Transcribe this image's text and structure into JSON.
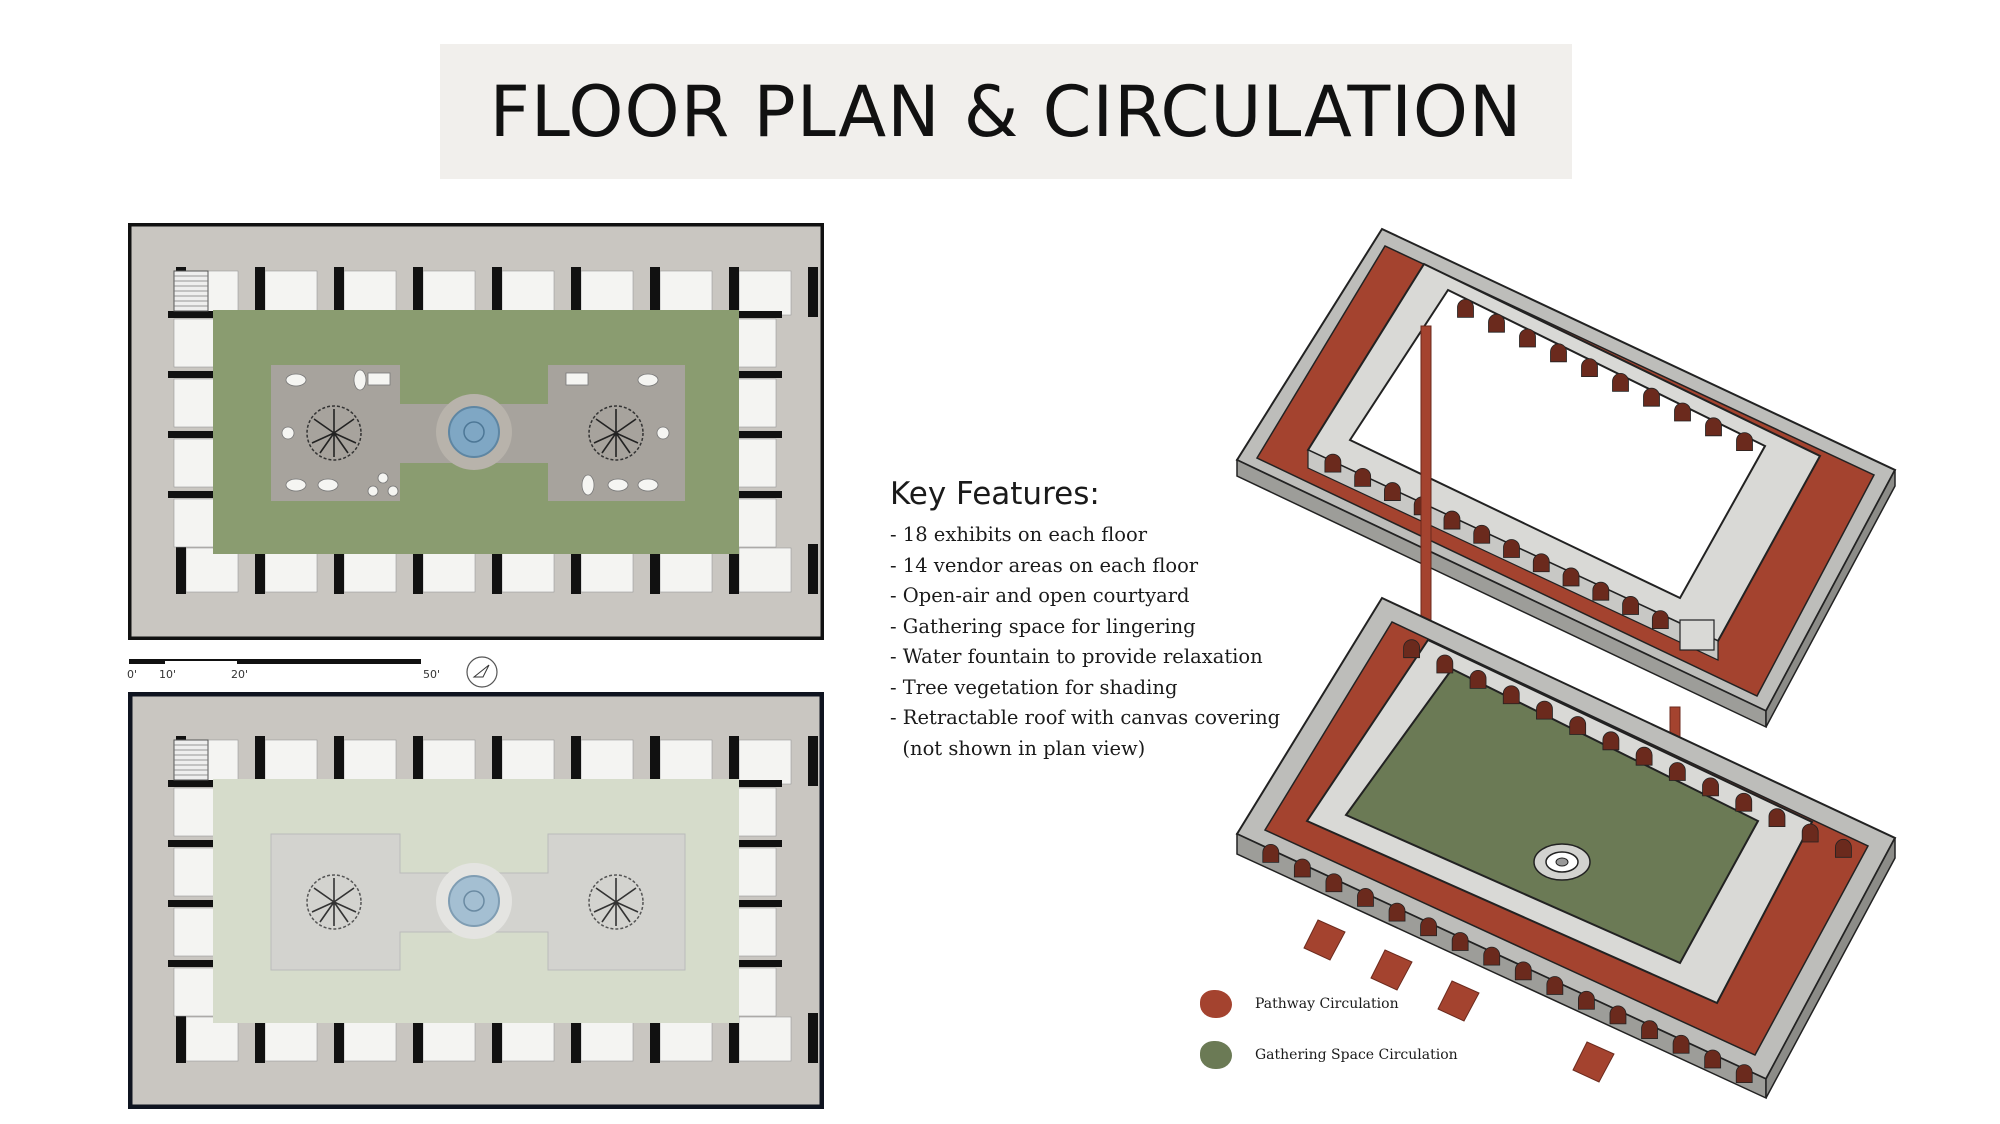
{
  "title": "FLOOR PLAN & CIRCULATION",
  "key_features": {
    "heading": "Key Features:",
    "items": [
      "- 18 exhibits on each floor",
      "- 14 vendor areas on each floor",
      "- Open-air and open courtyard",
      "- Gathering space for lingering",
      "- Water fountain to provide relaxation",
      "- Tree vegetation for shading",
      "- Retractable roof with canvas covering",
      "  (not shown in plan view)"
    ]
  },
  "scale_bar": {
    "labels": [
      "0'",
      "10'",
      "20'",
      "50'"
    ]
  },
  "legend": {
    "items": [
      {
        "label": "Pathway Circulation",
        "color": "#a4432f"
      },
      {
        "label": "Gathering Space Circulation",
        "color": "#6b7a55"
      }
    ]
  },
  "colors": {
    "title_band": "#f1efec",
    "stone": "#c9c6c1",
    "courtyard_upper": "#8a9c70",
    "courtyard_lower": "#d6dccb",
    "plaza": "#a7a39d",
    "fountain": "#7fa7c4",
    "wall": "#111111",
    "roof_grey": "#d9d9d6",
    "pathway_red": "#a4432f",
    "gathering_green": "#6b7a55"
  },
  "icons": [
    "north-arrow-icon",
    "tree-icon",
    "fountain-icon",
    "stair-icon"
  ]
}
